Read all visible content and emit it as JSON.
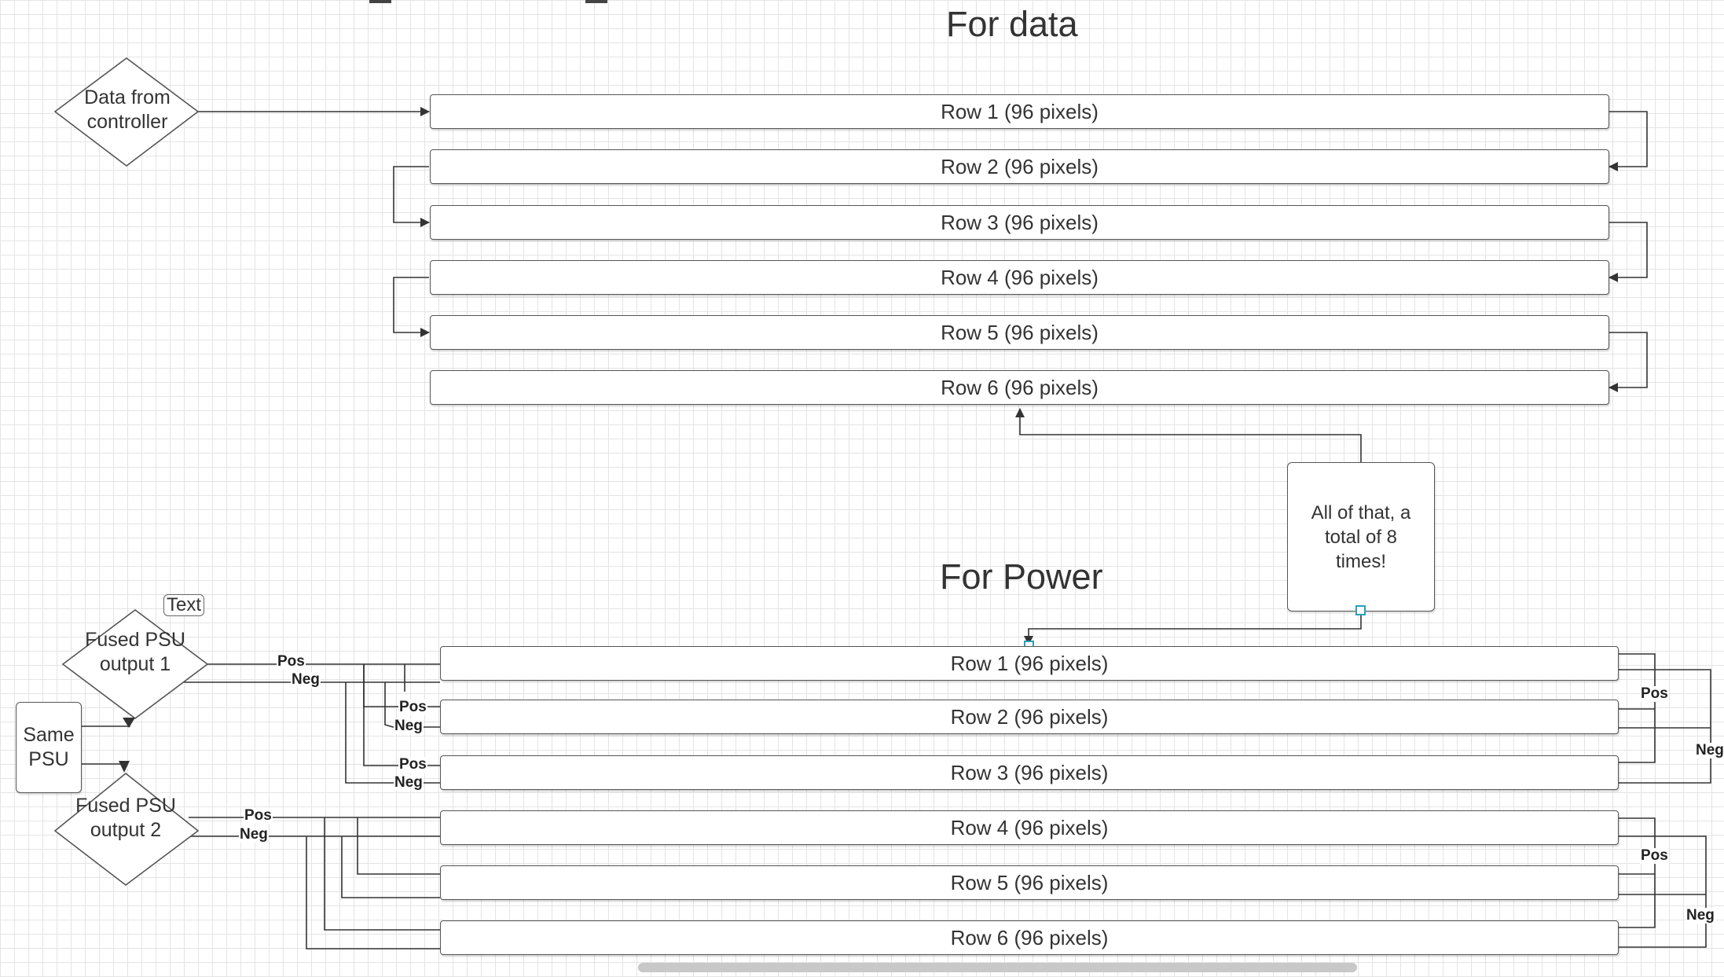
{
  "titles": {
    "data": "For data",
    "power": "For Power"
  },
  "data_section": {
    "source_label": "Data from controller",
    "rows": [
      "Row 1 (96 pixels)",
      "Row 2 (96 pixels)",
      "Row 3 (96 pixels)",
      "Row 4 (96 pixels)",
      "Row 5 (96 pixels)",
      "Row 6 (96 pixels)"
    ],
    "note": "All of that, a total of 8 times!"
  },
  "power_section": {
    "psu_output_1": "Fused PSU output 1",
    "psu_output_2": "Fused PSU output 2",
    "same_psu": "Same PSU",
    "text_tag": "Text",
    "rows": [
      "Row 1 (96 pixels)",
      "Row 2 (96 pixels)",
      "Row 3 (96 pixels)",
      "Row 4 (96 pixels)",
      "Row 5 (96 pixels)",
      "Row 6 (96 pixels)"
    ],
    "pos_label": "Pos",
    "neg_label": "Neg"
  },
  "colors": {
    "line": "#333333",
    "handle": "#2aa0b8",
    "grid": "#e4e4e4"
  }
}
